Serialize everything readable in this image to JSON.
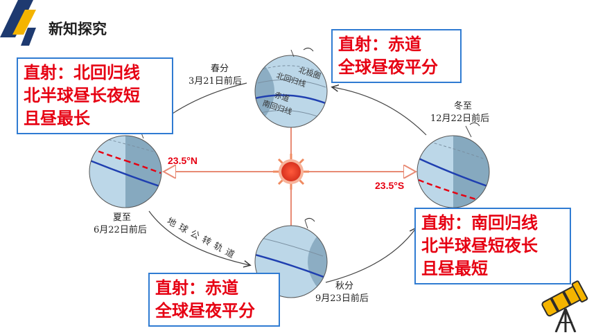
{
  "header": {
    "title": "新知探究"
  },
  "callouts": {
    "spring": {
      "line1": "直射：赤道",
      "line2": "全球昼夜平分"
    },
    "summer": {
      "line1": "直射：北回归线",
      "line2": "北半球昼长夜短",
      "line3": "且昼最长"
    },
    "winter": {
      "line1": "直射：南回归线",
      "line2": "北半球昼短夜长",
      "line3": "且昼最短"
    },
    "autumn": {
      "line1": "直射：赤道",
      "line2": "全球昼夜平分"
    }
  },
  "seasons": {
    "spring": {
      "name": "春分",
      "date": "3月21日前后"
    },
    "summer": {
      "name": "夏至",
      "date": "6月22日前后"
    },
    "autumn": {
      "name": "秋分",
      "date": "9月23日前后"
    },
    "winter": {
      "name": "冬至",
      "date": "12月22日前后"
    }
  },
  "latitudes": {
    "north": "23.5°N",
    "south": "23.5°S"
  },
  "globe_lines": {
    "arctic": "北极圈",
    "tropic_north": "北回归线",
    "equator": "赤道",
    "tropic_south": "南回归线"
  },
  "orbit_label": "地球公转轨道",
  "colors": {
    "callout_text": "#e60012",
    "callout_border": "#2f7bd2",
    "earth_day": "#bcd7e8",
    "earth_night": "#86a9bf",
    "equator_line": "#1f3fb0",
    "tropic_line": "#e60012",
    "sun": "#e8422a",
    "sun_ray": "#f2a088"
  },
  "icons": {
    "header": "header-stripe-icon",
    "sun": "sun-icon",
    "telescope": "telescope-icon"
  }
}
